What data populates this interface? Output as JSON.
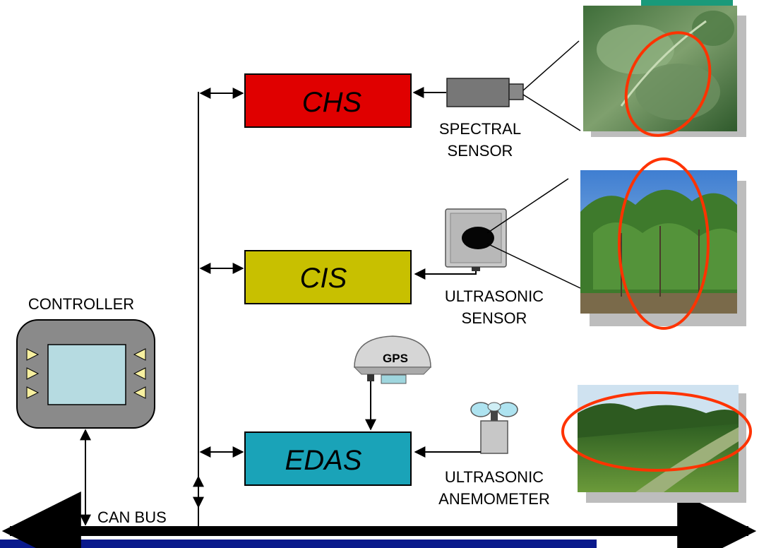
{
  "modules": {
    "chs": {
      "label": "CHS",
      "color": "#e00000"
    },
    "cis": {
      "label": "CIS",
      "color": "#c8c000"
    },
    "edas": {
      "label": "EDAS",
      "color": "#1aa3b8"
    }
  },
  "sensors": {
    "spectral": {
      "line1": "SPECTRAL",
      "line2": "SENSOR"
    },
    "ultrasonic": {
      "line1": "ULTRASONIC",
      "line2": "SENSOR"
    },
    "anemometer": {
      "line1": "ULTRASONIC",
      "line2": "ANEMOMETER"
    },
    "gps": {
      "label": "GPS"
    }
  },
  "controller": {
    "label": "CONTROLLER"
  },
  "bus": {
    "label": "CAN BUS"
  },
  "colors": {
    "highlight_ellipse": "#ff3300",
    "footer_bar": "#0a1a8c",
    "corner_accent": "#1a9a7a"
  },
  "photos": [
    "leaf-closeup",
    "orchard-trees",
    "orchard-ditch"
  ]
}
